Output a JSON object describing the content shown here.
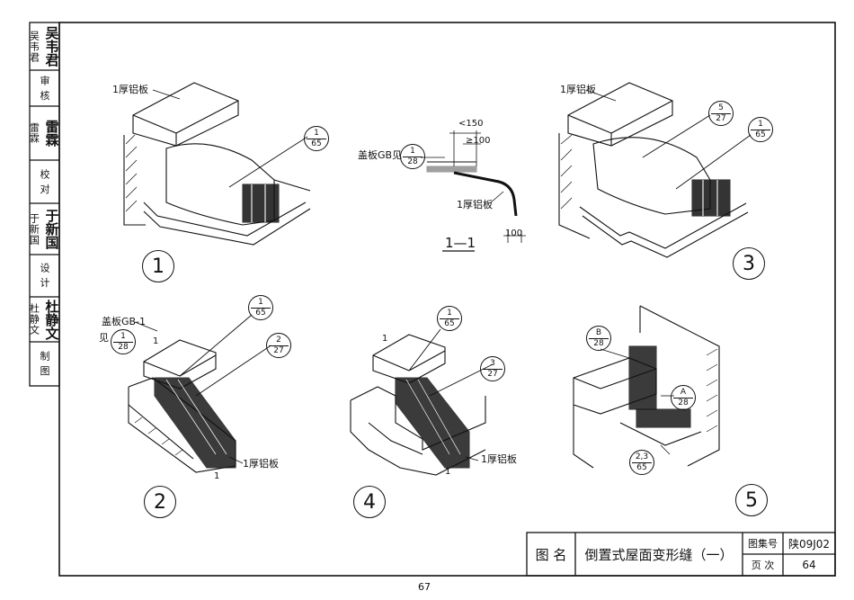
{
  "side_block": {
    "rows": [
      {
        "label": "吴韦君",
        "signature": "吴韦君"
      },
      {
        "label": "审 核",
        "signature": ""
      },
      {
        "label": "雷霖",
        "signature": "雷霖"
      },
      {
        "label": "校 对",
        "signature": ""
      },
      {
        "label": "于新国",
        "signature": "于新国"
      },
      {
        "label": "设 计",
        "signature": ""
      },
      {
        "label": "杜静文",
        "signature": "杜静文"
      },
      {
        "label": "制 图",
        "signature": ""
      }
    ]
  },
  "details": [
    {
      "number": "1",
      "labels": {
        "aluminum": "1厚铝板",
        "ref_top": "1",
        "ref_bot": "65"
      }
    },
    {
      "number": "2",
      "labels": {
        "cover": "盖板GB-1",
        "see": "见",
        "ref1_top": "1",
        "ref1_bot": "28",
        "ref2_top": "1",
        "ref2_bot": "65",
        "ref3_top": "2",
        "ref3_bot": "27",
        "aluminum": "1厚铝板",
        "cut_top": "1",
        "cut_bot": "1"
      }
    },
    {
      "number": "3",
      "labels": {
        "aluminum": "1厚铝板",
        "ref1_top": "5",
        "ref1_bot": "27",
        "ref2_top": "1",
        "ref2_bot": "65"
      }
    },
    {
      "number": "4",
      "labels": {
        "ref1_top": "1",
        "ref1_bot": "65",
        "ref2_top": "3",
        "ref2_bot": "27",
        "aluminum": "1厚铝板",
        "cut_top": "1",
        "cut_bot": "1"
      }
    },
    {
      "number": "5",
      "labels": {
        "refB_top": "B",
        "refB_bot": "28",
        "refA_top": "A",
        "refA_bot": "28",
        "ref23_top": "2,3",
        "ref23_bot": "65"
      }
    }
  ],
  "section_1_1": {
    "title": "1—1",
    "cover": "盖板GB见",
    "ref_top": "1",
    "ref_bot": "28",
    "dim_150": "<150",
    "dim_100a": "≥100",
    "aluminum": "1厚铝板",
    "dim_100b": "100"
  },
  "title_block": {
    "name_label": "图 名",
    "drawing_title": "倒置式屋面变形缝（一）",
    "atlas_label": "图集号",
    "atlas_value": "陕09J02",
    "page_label": "页 次",
    "page_value": "64"
  },
  "page_number": "67"
}
